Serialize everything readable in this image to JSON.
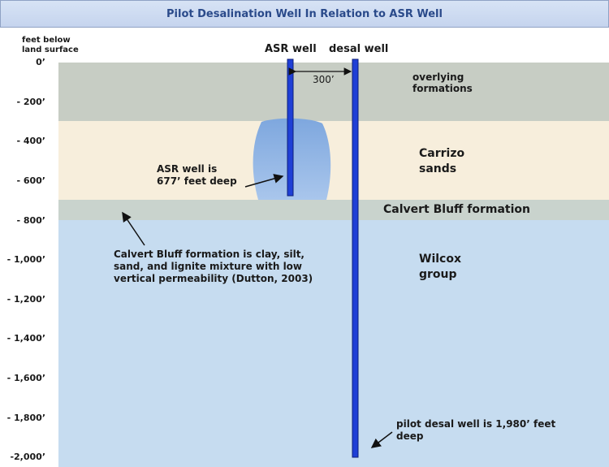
{
  "title": "Pilot Desalination Well In Relation to ASR Well",
  "y_axis": {
    "label_line1": "feet below",
    "label_line2": "land surface",
    "ticks": [
      "0’",
      "- 200’",
      "- 400’",
      "- 600’",
      "- 800’",
      "- 1,000’",
      "- 1,200’",
      "- 1,400’",
      "- 1,600’",
      "- 1,800’",
      "-2,000’"
    ]
  },
  "wells": {
    "asr_label": "ASR well",
    "desal_label": "desal well",
    "spacing_label": "300’"
  },
  "layers": {
    "overlying_line1": "overlying",
    "overlying_line2": "formations",
    "carrizo_line1": "Carrizo",
    "carrizo_line2": "sands",
    "calvert": "Calvert Bluff formation",
    "wilcox_line1": "Wilcox",
    "wilcox_line2": "group"
  },
  "annotations": {
    "asr_depth_line1": "ASR well is",
    "asr_depth_line2": "677’ feet deep",
    "calvert_note_line1": "Calvert Bluff formation is clay, silt,",
    "calvert_note_line2": "sand,  and lignite mixture with low",
    "calvert_note_line3": "vertical permeability (Dutton, 2003)",
    "desal_depth_line1": "pilot desal well is 1,980’ feet",
    "desal_depth_line2": "deep"
  },
  "colors": {
    "overlying": "#c7cdc4",
    "carrizo": "#f7eedc",
    "calvert": "#c9d3cd",
    "wilcox": "#c6dcf0",
    "well": "#1f3fd6",
    "title_text": "#2a4a8a"
  }
}
